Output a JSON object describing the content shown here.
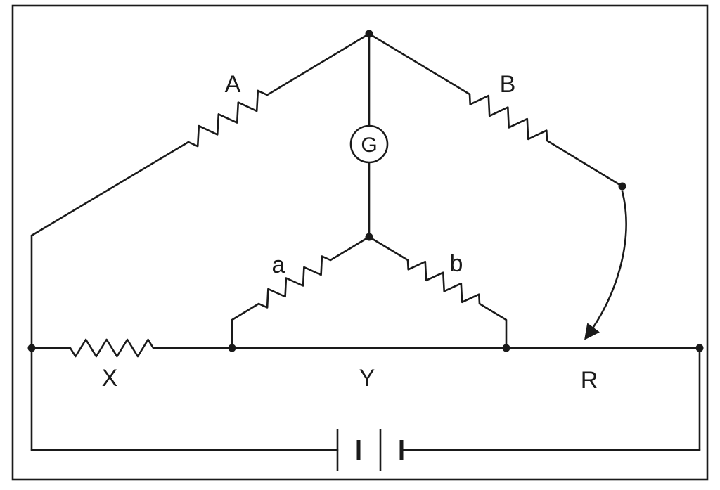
{
  "diagram": {
    "kind": "wheatstone-bridge-circuit",
    "labels": {
      "resistor_A": "A",
      "resistor_B": "B",
      "galvanometer": "G",
      "resistor_a": "a",
      "resistor_b": "b",
      "resistor_X": "X",
      "resistor_Y": "Y",
      "resistor_R": "R"
    },
    "colors": {
      "line": "#1a1a1a",
      "background": "#ffffff"
    }
  }
}
